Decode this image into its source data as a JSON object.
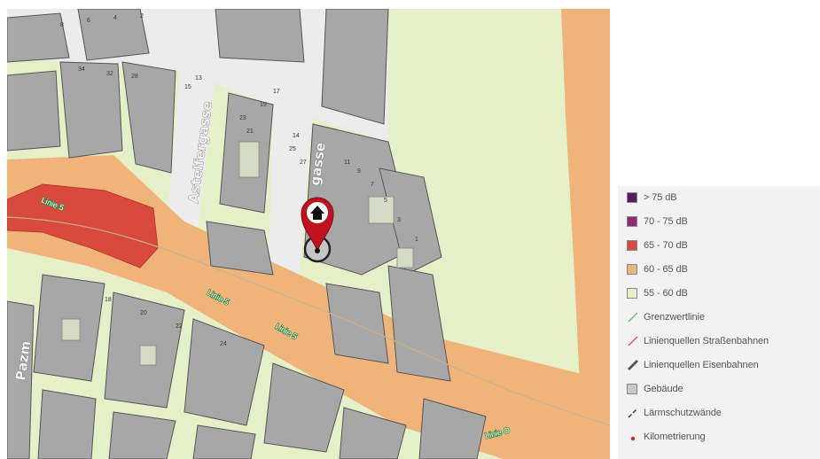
{
  "map": {
    "street_labels": [
      "Astelfergasse",
      "gasse",
      "Pazm"
    ],
    "line_labels": [
      "Linie 5",
      "Linie 5",
      "Linie 5",
      "Linie O"
    ],
    "house_numbers": [
      "34",
      "32",
      "28",
      "25",
      "27",
      "14",
      "23",
      "21",
      "19",
      "17",
      "15",
      "13",
      "8",
      "6",
      "4",
      "2",
      "11",
      "9",
      "7",
      "5",
      "3",
      "1",
      "18",
      "20",
      "22",
      "24"
    ],
    "marker": {
      "icon": "home-marker-icon",
      "color": "#c1121f"
    },
    "colors": {
      "zone_55_60": "#e6f0c8",
      "zone_60_65": "#f0b47a",
      "zone_65_70": "#d9493d",
      "building": "#a7a7a7",
      "courtyard": "#d6dcc4",
      "street": "#ececec"
    }
  },
  "legend": {
    "items": [
      {
        "label": "> 75 dB",
        "type": "swatch",
        "color": "#5a1a5e"
      },
      {
        "label": "70 - 75 dB",
        "type": "swatch",
        "color": "#8e2c76"
      },
      {
        "label": "65 - 70 dB",
        "type": "swatch",
        "color": "#d9493d"
      },
      {
        "label": "60 - 65 dB",
        "type": "swatch",
        "color": "#f0b47a"
      },
      {
        "label": "55 - 60 dB",
        "type": "swatch",
        "color": "#e6f0c8"
      },
      {
        "label": "Grenzwertlinie",
        "type": "line",
        "color": "#6ac27a",
        "icon": "limit-line-icon"
      },
      {
        "label": "Linienquellen Straßenbahnen",
        "type": "line",
        "color": "#e3505a",
        "icon": "tram-line-icon"
      },
      {
        "label": "Linienquellen Eisenbahnen",
        "type": "thickline",
        "color": "#555555",
        "icon": "railway-line-icon"
      },
      {
        "label": "Gebäude",
        "type": "swatch",
        "color": "#c9c9c9"
      },
      {
        "label": "Lärmschutzwände",
        "type": "dashline",
        "color": "#333333",
        "icon": "noise-wall-icon"
      },
      {
        "label": "Kilometrierung",
        "type": "dot",
        "color": "#d21f2a",
        "icon": "km-marker-icon"
      }
    ]
  }
}
